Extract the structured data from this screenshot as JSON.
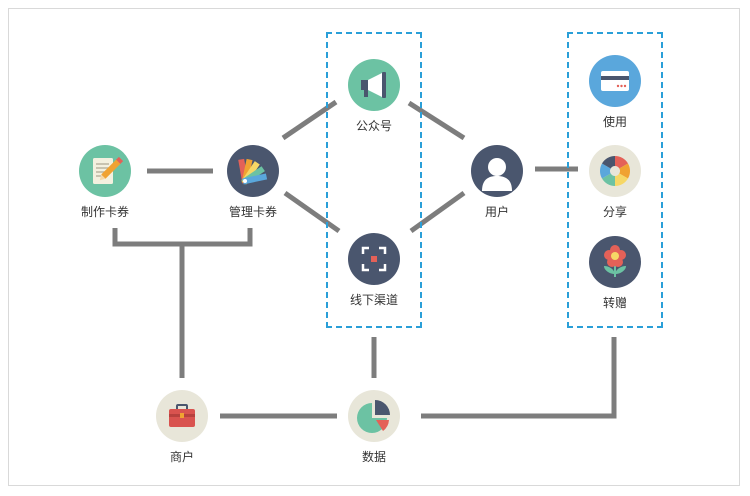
{
  "nodes": {
    "make_card": {
      "label": "制作卡券",
      "icon": "edit-document-icon",
      "bg": "#6cc2a3"
    },
    "manage_card": {
      "label": "管理卡券",
      "icon": "color-swatch-icon",
      "bg": "#4a566e"
    },
    "official_account": {
      "label": "公众号",
      "icon": "megaphone-icon",
      "bg": "#6cc2a3"
    },
    "offline_channel": {
      "label": "线下渠道",
      "icon": "scan-icon",
      "bg": "#4a566e"
    },
    "user": {
      "label": "用户",
      "icon": "user-icon",
      "bg": "#4a566e"
    },
    "use": {
      "label": "使用",
      "icon": "card-icon",
      "bg": "#5aa7dc"
    },
    "share": {
      "label": "分享",
      "icon": "pie-wheel-icon",
      "bg": "#e8e6d9"
    },
    "gift": {
      "label": "转赠",
      "icon": "flower-icon",
      "bg": "#4a566e"
    },
    "merchant": {
      "label": "商户",
      "icon": "briefcase-icon",
      "bg": "#e8e6d9"
    },
    "data": {
      "label": "数据",
      "icon": "pie-chart-icon",
      "bg": "#e8e6d9"
    }
  },
  "colors": {
    "connector": "#7d7d7d",
    "group_border": "#2a9fd8",
    "frame_border": "#d9d9d9"
  }
}
